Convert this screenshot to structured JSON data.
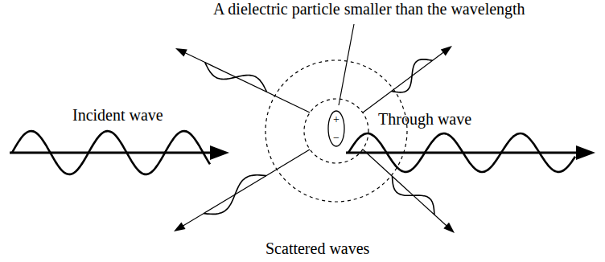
{
  "diagram": {
    "nodes": [
      {
        "text": [
          "+",
          "−"
        ]
      }
    ],
    "labels": [
      "A dielectric particle smaller than the wavelength",
      "Incident wave",
      "Through wave",
      "Scattered waves"
    ]
  }
}
